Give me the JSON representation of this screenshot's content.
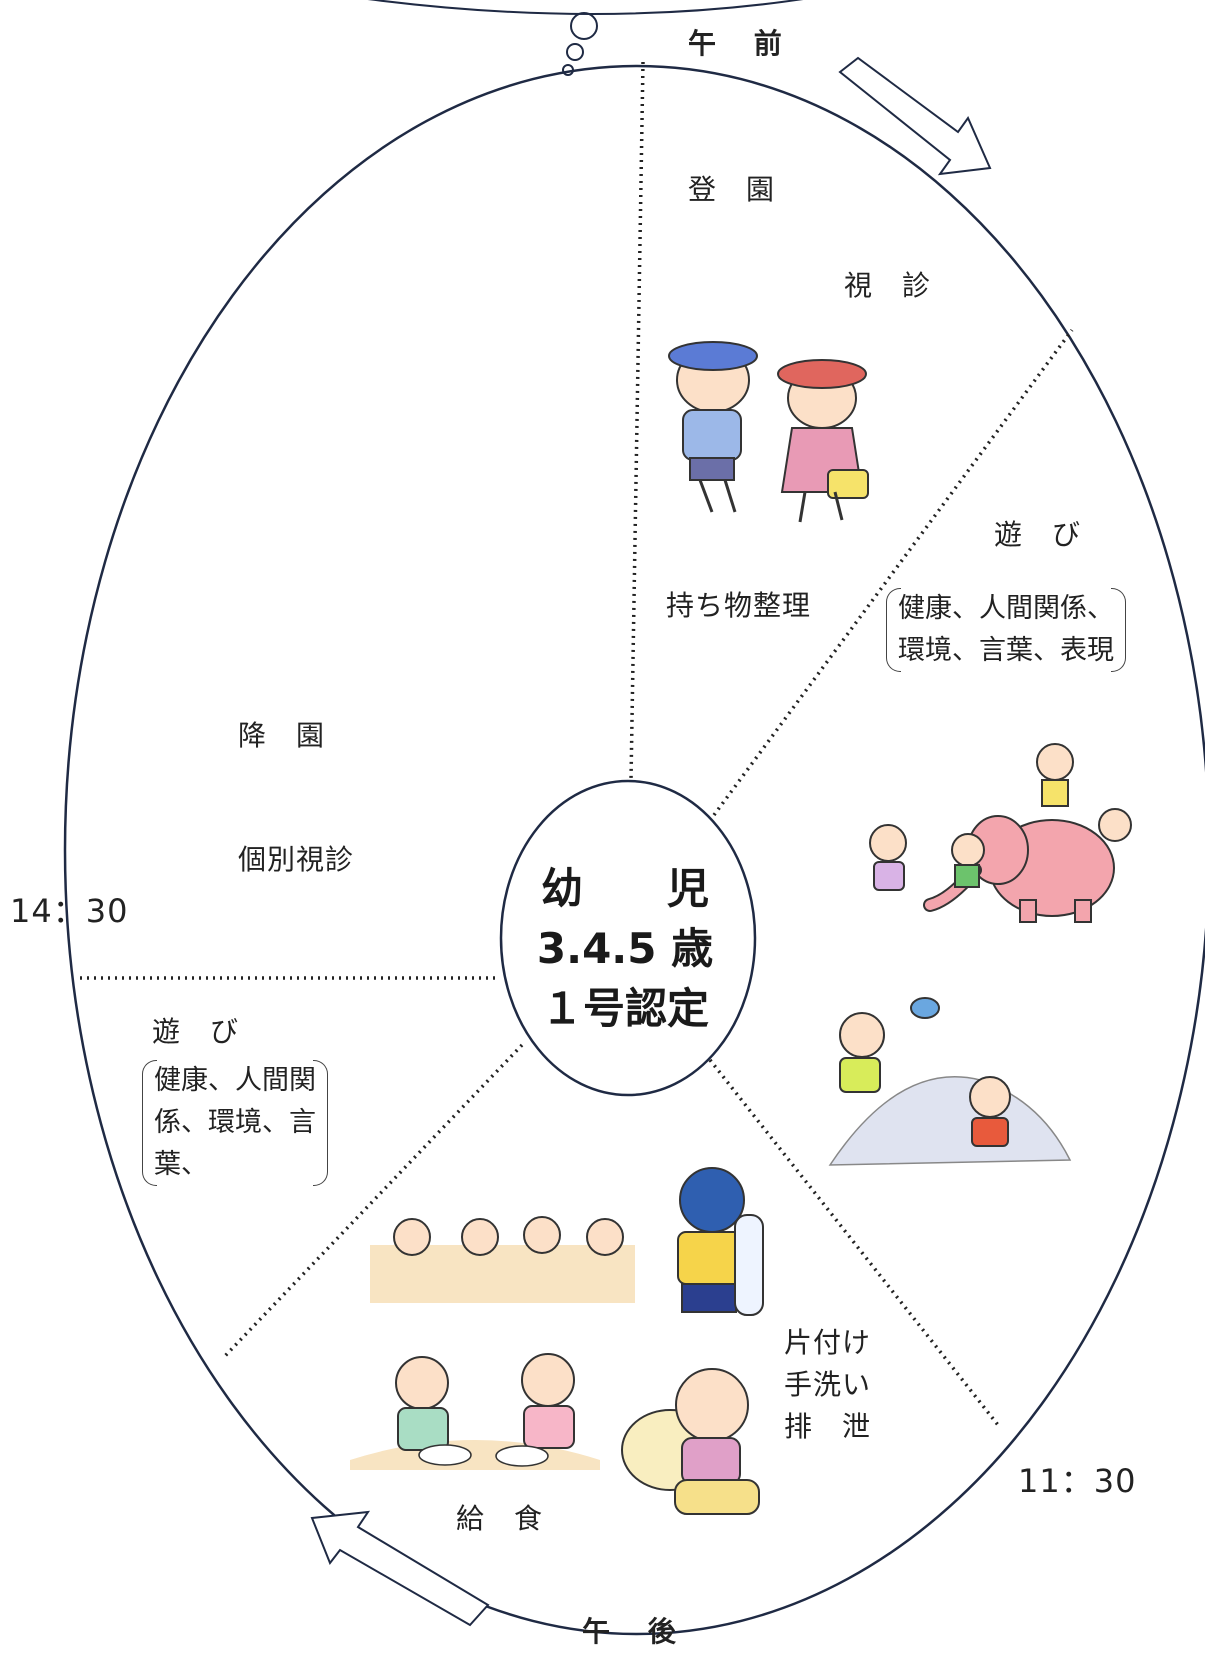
{
  "header": {
    "morning": "午 前",
    "afternoon": "午 後"
  },
  "center": {
    "line1": "幼　　児",
    "line2": "3.4.5 歳",
    "line3": "１号認定"
  },
  "times": {
    "t1130": "11：30",
    "t1430": "14：30"
  },
  "sections": {
    "arrival": "登　園",
    "health_check": "視　診",
    "belongings": "持ち物整理",
    "play_am": "遊　び",
    "play_am_areas_1": "健康、人間関係、",
    "play_am_areas_2": "環境、言葉、表現",
    "cleanup_1": "片付け",
    "cleanup_2": "手洗い",
    "cleanup_3": "排　泄",
    "lunch": "給　食",
    "play_pm": "遊　び",
    "play_pm_areas_1": "健康、人間関",
    "play_pm_areas_2": "係、環境、言",
    "play_pm_areas_3": "葉、",
    "departure": "降　園",
    "individual_check": "個別視診"
  },
  "colors": {
    "outline": "#1f2a44",
    "divider": "#222222",
    "arrow": "#1f2a44"
  }
}
